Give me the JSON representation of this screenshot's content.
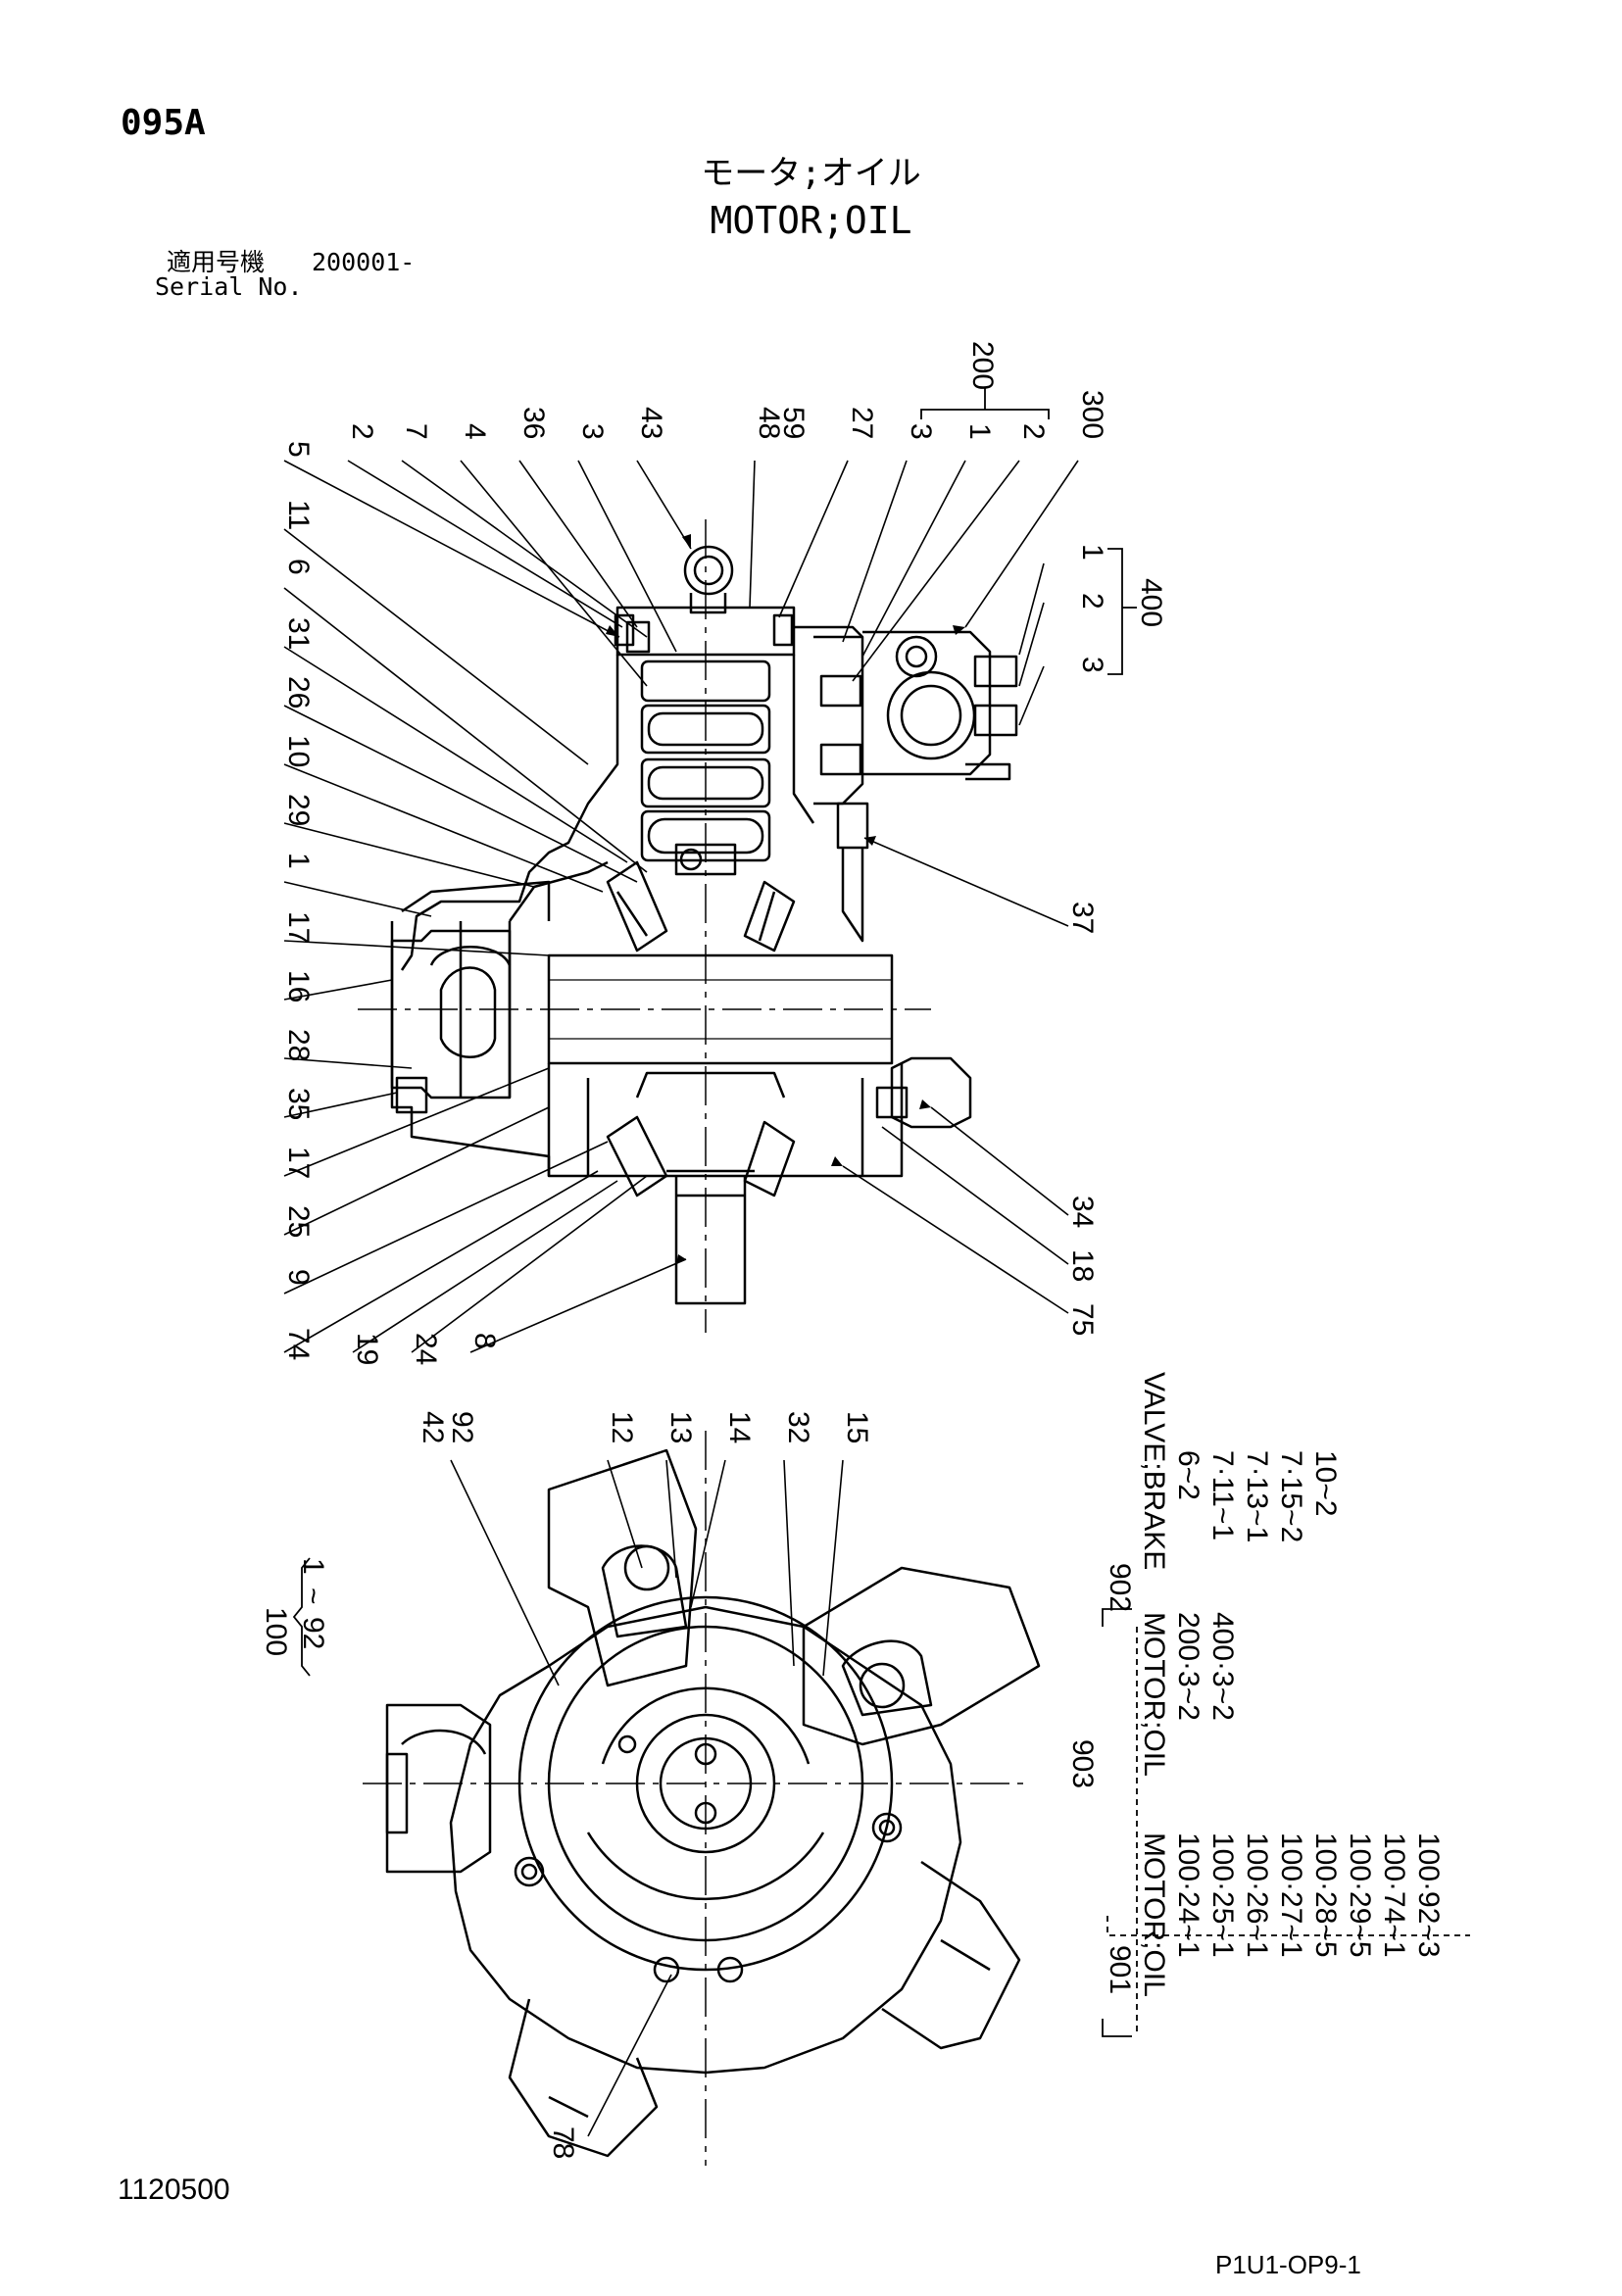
{
  "header": {
    "page_code": "095A",
    "title_jp": "モータ;オイル",
    "title_en": "MOTOR;OIL",
    "serial_label_jp": "適用号機",
    "serial_label_en": "Serial No.",
    "serial_number": "200001-"
  },
  "footer": {
    "drawing_number": "1120500",
    "sheet_code": "P1U1-OP9-1"
  },
  "callouts_top_view": {
    "left_column": [
      "5",
      "11",
      "6",
      "31",
      "26",
      "10",
      "29",
      "1",
      "17",
      "16",
      "28",
      "35",
      "17",
      "25",
      "9",
      "74"
    ],
    "top_row": [
      "2",
      "7",
      "4",
      "36",
      "3",
      "43",
      "48",
      "59",
      "27",
      "3",
      "1",
      "2",
      "300"
    ],
    "group_200": "200",
    "group_400": "400",
    "group_400_items": [
      "1",
      "2",
      "3"
    ],
    "right_side": [
      "37",
      "34",
      "18",
      "75"
    ],
    "bottom_row": [
      "19",
      "24",
      "8"
    ]
  },
  "callouts_bottom_view": {
    "top_row": [
      "42",
      "92",
      "12",
      "13",
      "14",
      "32",
      "15"
    ],
    "bottom": [
      "78"
    ],
    "group_100": "100",
    "group_100_range": [
      "1",
      "~",
      "92"
    ]
  },
  "parts_table": {
    "col_901": {
      "ref": "901",
      "name": "MOTOR;OIL",
      "items": [
        "100·24~1",
        "100·25~1",
        "100·26~1",
        "100·27~1",
        "100·28~5",
        "100·29~5",
        "100·74~1",
        "100·92~3"
      ]
    },
    "ref_903": "903",
    "col_902": {
      "ref": "902",
      "name": "MOTOR;OIL",
      "items": [
        "200·3~2",
        "400·3~2"
      ]
    },
    "col_valve": {
      "name": "VALVE;BRAKE",
      "items": [
        "6~2",
        "7·11~1",
        "7·13~1",
        "7·15~2",
        "10~2"
      ]
    }
  }
}
